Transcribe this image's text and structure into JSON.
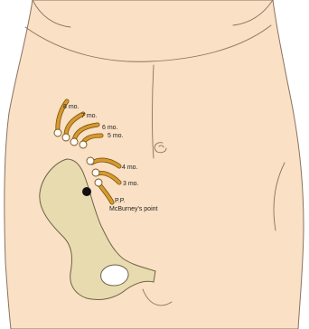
{
  "colors": {
    "background": "#ffffff",
    "skin": "#fae0c4",
    "skin_outline": "#8a7260",
    "bone": "#e8dbb0",
    "bone_outline": "#6e6246",
    "appendix": "#d69a2e",
    "appendix_outline": "#7a5210",
    "tip_fill": "#ffffff",
    "mcburney_point": "#111111",
    "text": "#222222"
  },
  "labels": {
    "m8": "8 mo.",
    "m7": "7 mo.",
    "m6": "6 mo.",
    "m5": "5 mo.",
    "m4": "4 mo.",
    "m3": "3 mo.",
    "pp": "P.P.",
    "mcburney": "McBurney's point"
  }
}
